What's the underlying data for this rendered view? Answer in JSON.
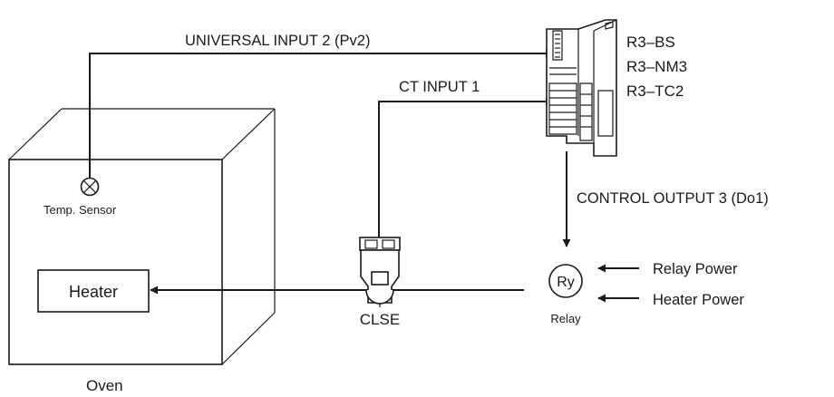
{
  "labels": {
    "universal_input": "UNIVERSAL INPUT  2 (Pv2)",
    "ct_input": "CT INPUT 1",
    "control_output": "CONTROL OUTPUT 3 (Do1)",
    "modules": [
      "R3–BS",
      "R3–NM3",
      "R3–TC2"
    ],
    "temp_sensor": "Temp. Sensor",
    "heater": "Heater",
    "clse": "CLSE",
    "relay_symbol": "Ry",
    "relay": "Relay",
    "relay_power": "Relay Power",
    "heater_power": "Heater Power",
    "oven": "Oven"
  },
  "icons": {
    "sensor": "crossed-circle-sensor-icon",
    "module": "remote-io-module-icon",
    "ct": "current-sensor-clamp-icon"
  },
  "colors": {
    "line": "#1a1a1a",
    "background": "#ffffff"
  }
}
